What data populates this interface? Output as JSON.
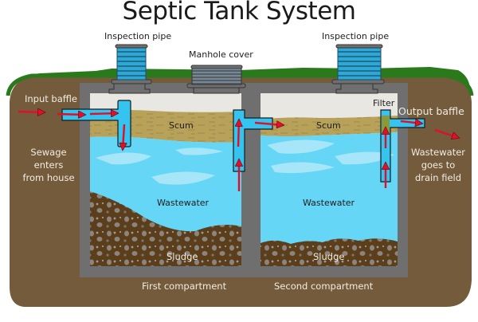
{
  "title": "Septic Tank System",
  "labels": {
    "inspection_pipe_left": "Inspection pipe",
    "inspection_pipe_right": "Inspection pipe",
    "manhole_cover": "Manhole cover",
    "input_baffle": "Input baffle",
    "output_baffle": "Output baffle",
    "filter": "Filter",
    "scum_first": "Scum",
    "scum_second": "Scum",
    "wastewater_first": "Wastewater",
    "wastewater_second": "Wastewater",
    "sludge_first": "Sludge",
    "sludge_second": "Sludge",
    "first_compartment": "First compartment",
    "second_compartment": "Second compartment",
    "sewage_enters": [
      "Sewage",
      "enters",
      "from house"
    ],
    "wastewater_goes": [
      "Wastewater",
      "goes to",
      "drain field"
    ]
  },
  "colors": {
    "soil": "#735b3b",
    "grass": "#2a7a1c",
    "tank_wall": "#6f6f6f",
    "air": "#e9e7e2",
    "scum": "#b8a25a",
    "water": "#66d6f7",
    "water_highlight": "#a7e6f8",
    "sludge": "#5b3e1c",
    "pipe": "#34c4ef",
    "arrow": "#e0102b",
    "inspection_pipe": "#2fa8d6",
    "filter": "#8a9a3a"
  }
}
